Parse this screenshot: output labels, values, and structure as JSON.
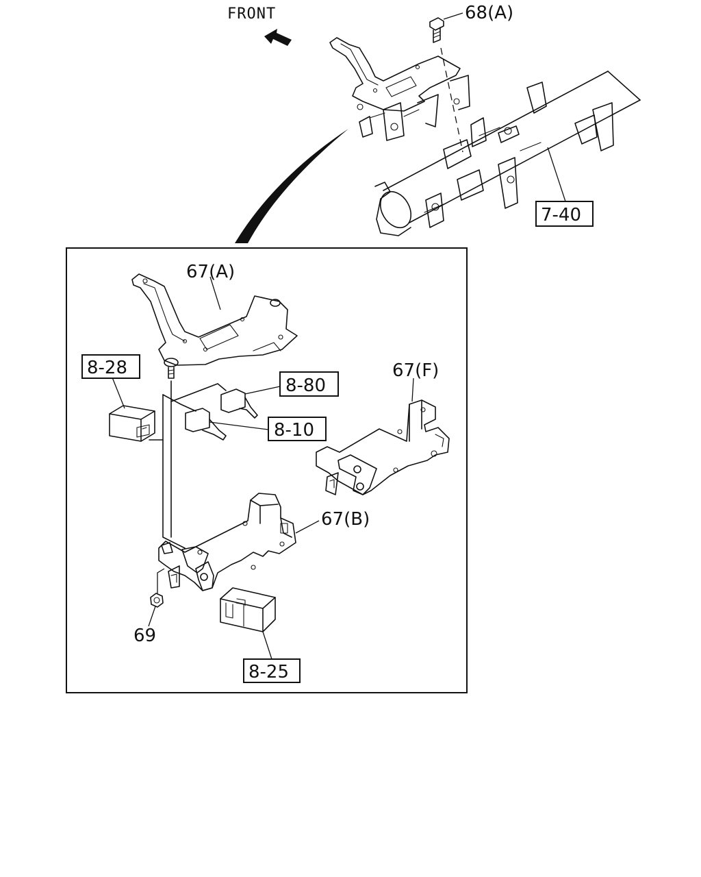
{
  "front_label": "FRONT",
  "callouts": {
    "bolt_68a": "68(A)",
    "beam_ref": "7-40",
    "bracket_67a": "67(A)",
    "ref_8_28": "8-28",
    "ref_8_80": "8-80",
    "ref_8_10": "8-10",
    "bracket_67f": "67(F)",
    "bracket_67b": "67(B)",
    "nut_69": "69",
    "ref_8_25": "8-25"
  },
  "icons": {
    "front_arrow": "arrow-icon"
  }
}
